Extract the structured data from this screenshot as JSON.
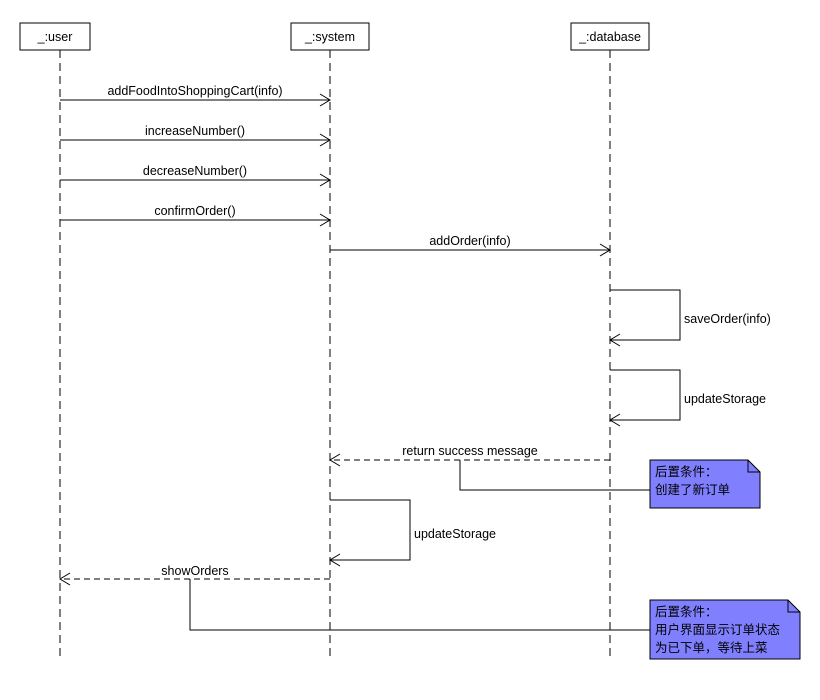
{
  "lifelines": [
    {
      "id": "user",
      "label": "_:user"
    },
    {
      "id": "system",
      "label": "_:system"
    },
    {
      "id": "database",
      "label": "_:database"
    }
  ],
  "messages": [
    {
      "from": "user",
      "to": "system",
      "label": "addFoodIntoShoppingCart(info)",
      "kind": "sync"
    },
    {
      "from": "user",
      "to": "system",
      "label": "increaseNumber()",
      "kind": "sync"
    },
    {
      "from": "user",
      "to": "system",
      "label": "decreaseNumber()",
      "kind": "sync"
    },
    {
      "from": "user",
      "to": "system",
      "label": "confirmOrder()",
      "kind": "sync"
    },
    {
      "from": "system",
      "to": "database",
      "label": "addOrder(info)",
      "kind": "sync"
    },
    {
      "from": "database",
      "to": "database",
      "label": "saveOrder(info)",
      "kind": "self"
    },
    {
      "from": "database",
      "to": "database",
      "label": "updateStorage",
      "kind": "self"
    },
    {
      "from": "database",
      "to": "system",
      "label": "return success message",
      "kind": "return"
    },
    {
      "from": "system",
      "to": "system",
      "label": "updateStorage",
      "kind": "self"
    },
    {
      "from": "system",
      "to": "user",
      "label": "showOrders",
      "kind": "return"
    }
  ],
  "notes": [
    {
      "lines": [
        "后置条件：",
        "创建了新订单"
      ],
      "fill": "#8080ff"
    },
    {
      "lines": [
        "后置条件：",
        "用户界面显示订单状态",
        "为已下单，等待上菜"
      ],
      "fill": "#8080ff"
    }
  ],
  "colors": {
    "note_fill": "#8080ff",
    "line": "#000000"
  }
}
